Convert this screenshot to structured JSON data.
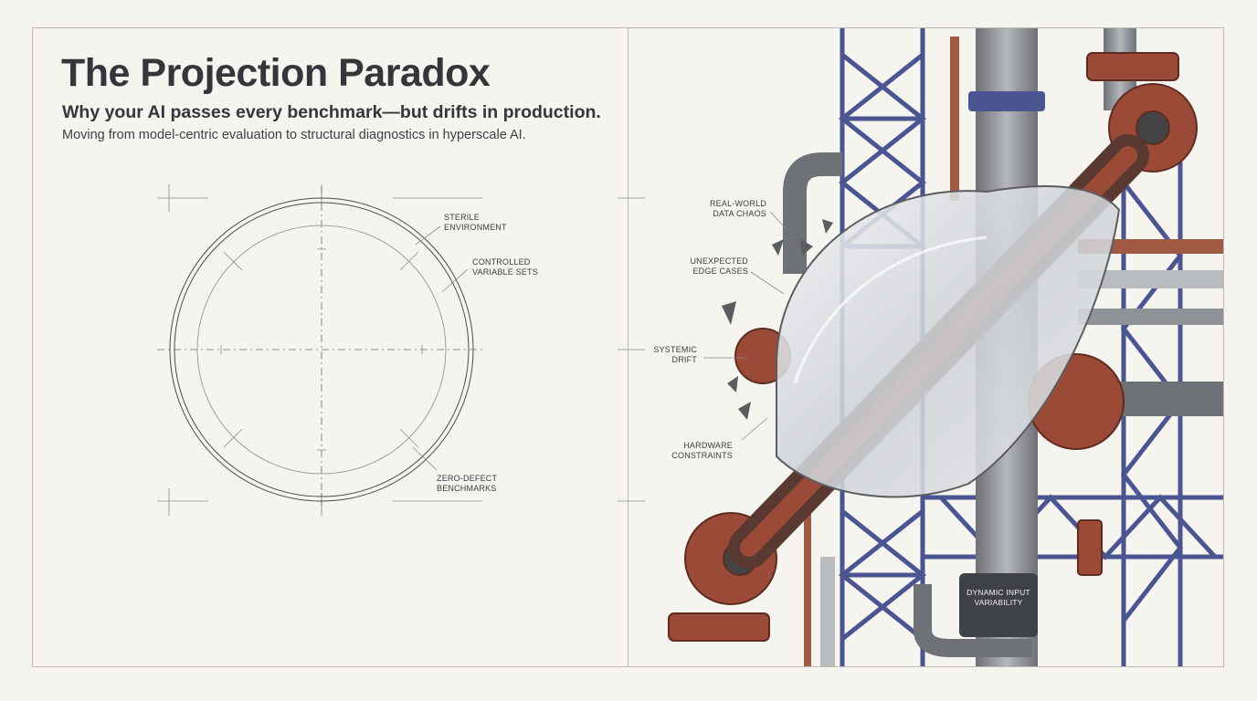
{
  "header": {
    "title": "The Projection Paradox",
    "subtitle": "Why your AI passes every benchmark—but drifts in production.",
    "tagline": "Moving from model-centric evaluation to structural diagnostics in hyperscale AI."
  },
  "blueprint": {
    "labels": {
      "sterile": "STERILE\nENVIRONMENT",
      "controlled": "CONTROLLED\nVARIABLE SETS",
      "zero_defect": "ZERO-DEFECT\nBENCHMARKS"
    }
  },
  "illustration": {
    "labels": {
      "real_world": "REAL-WORLD\nDATA CHAOS",
      "edge_cases": "UNEXPECTED\nEDGE CASES",
      "drift": "SYSTEMIC\nDRIFT",
      "hardware": "HARDWARE\nCONSTRAINTS",
      "dynamic": "DYNAMIC INPUT\nVARIABILITY"
    },
    "colors": {
      "truss": "#4a5591",
      "rust": "#9a4a36",
      "steel": "#8f9296",
      "lens": "#d9dde0"
    }
  }
}
